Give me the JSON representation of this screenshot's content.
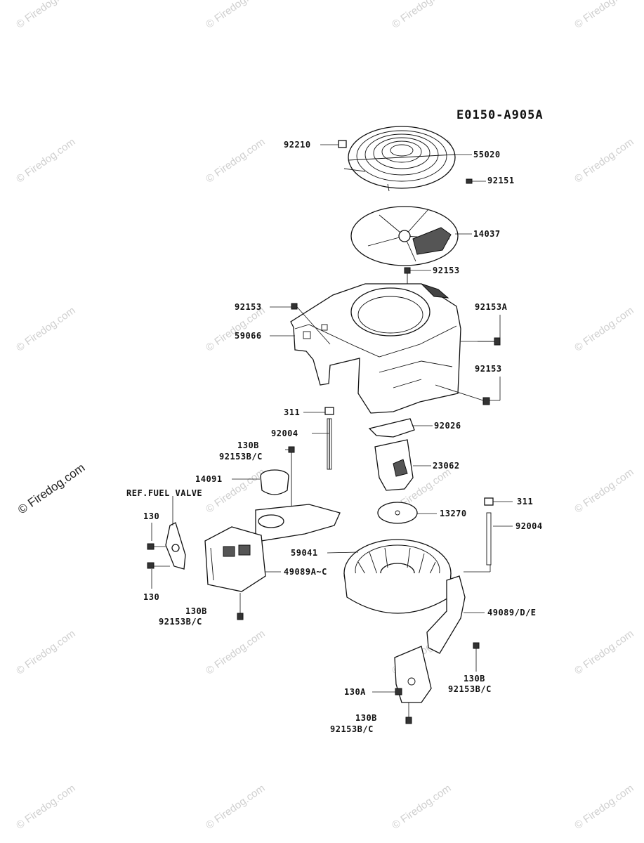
{
  "diagram_code": "E0150-A905A",
  "watermark": "© Firedog.com",
  "callouts": {
    "p92210": "92210",
    "p55020": "55020",
    "p92151": "92151",
    "p14037": "14037",
    "p92153_top": "92153",
    "p92153_left": "92153",
    "p92153A": "92153A",
    "p59066": "59066",
    "p92153_right": "92153",
    "p311_left": "311",
    "p92026": "92026",
    "p92004_left": "92004",
    "p130B_a": "130B",
    "p92153BC_a": "92153B/C",
    "p23062": "23062",
    "p14091": "14091",
    "ref_fuel_valve": "REF.FUEL VALVE",
    "p311_right": "311",
    "p130_top": "130",
    "p13270": "13270",
    "p92004_right": "92004",
    "p59041": "59041",
    "p49089AC": "49089A~C",
    "p130_bottom": "130",
    "p130B_b": "130B",
    "p92153BC_b": "92153B/C",
    "p49089DE": "49089/D/E",
    "p130B_c": "130B",
    "p92153BC_c": "92153B/C",
    "p130A": "130A",
    "p130B_d": "130B",
    "p92153BC_d": "92153B/C"
  }
}
